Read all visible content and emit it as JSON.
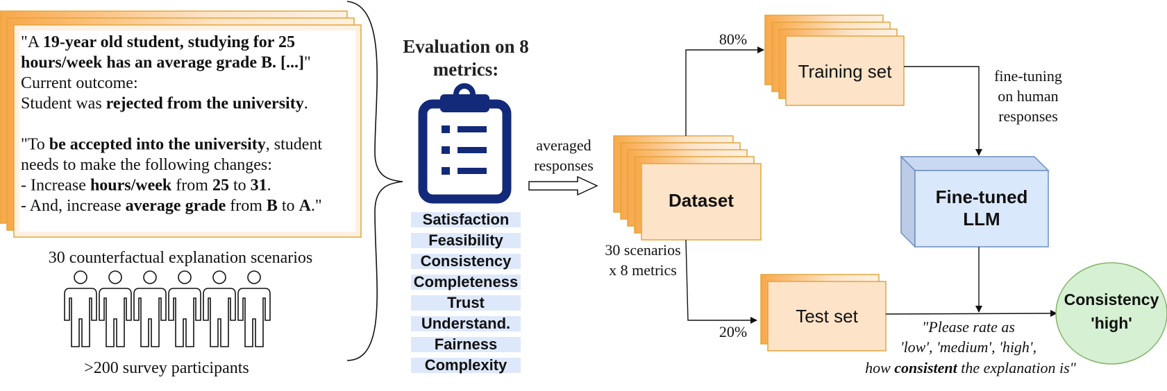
{
  "scenario": {
    "lines": [
      [
        {
          "t": "\"A ",
          "b": false
        },
        {
          "t": "19-year old student, studying for 25",
          "b": true
        }
      ],
      [
        {
          "t": "hours/week has an average grade B. [...]",
          "b": true
        },
        {
          "t": "\"",
          "b": false
        }
      ],
      [
        {
          "t": "Current outcome:",
          "b": false
        }
      ],
      [
        {
          "t": "Student was ",
          "b": false
        },
        {
          "t": "rejected from the university",
          "b": true
        },
        {
          "t": ".",
          "b": false
        }
      ],
      [],
      [
        {
          "t": "\"To ",
          "b": false
        },
        {
          "t": "be accepted into the university",
          "b": true
        },
        {
          "t": ", student",
          "b": false
        }
      ],
      [
        {
          "t": "needs to make the following changes:",
          "b": false
        }
      ],
      [
        {
          "t": "- Increase ",
          "b": false
        },
        {
          "t": "hours/week",
          "b": true
        },
        {
          "t": " from ",
          "b": false
        },
        {
          "t": "25",
          "b": true
        },
        {
          "t": " to ",
          "b": false
        },
        {
          "t": "31",
          "b": true
        },
        {
          "t": ".",
          "b": false
        }
      ],
      [
        {
          "t": "- And, increase ",
          "b": false
        },
        {
          "t": "average grade",
          "b": true
        },
        {
          "t": " from ",
          "b": false
        },
        {
          "t": "B",
          "b": true
        },
        {
          "t": " to ",
          "b": false
        },
        {
          "t": "A",
          "b": true
        },
        {
          "t": ".\"",
          "b": false
        }
      ]
    ],
    "caption": "30 counterfactual explanation scenarios",
    "participants_caption": ">200 survey participants",
    "participant_count": 6
  },
  "evaluation": {
    "title_line1": "Evaluation on 8",
    "title_line2": "metrics:",
    "icon": "clipboard-list-icon",
    "metrics": [
      "Satisfaction",
      "Feasibility",
      "Consistency",
      "Completeness",
      "Trust",
      "Understand.",
      "Fairness",
      "Complexity"
    ]
  },
  "averaged_label_line1": "averaged",
  "averaged_label_line2": "responses",
  "dataset": {
    "label": "Dataset",
    "sub_line1": "30 scenarios",
    "sub_line2": "x 8 metrics"
  },
  "training": {
    "label": "Training set",
    "percent": "80%"
  },
  "test": {
    "label": "Test set",
    "percent": "20%"
  },
  "finetune_label": [
    "fine-tuning",
    "on human",
    "responses"
  ],
  "llm": {
    "line1": "Fine-tuned",
    "line2": "LLM"
  },
  "prompt": {
    "line1": "\"Please rate as",
    "line2": "'low', 'medium', 'high',",
    "line3_pre": "how ",
    "line3_bold": "consistent",
    "line3_post": " the explanation is\""
  },
  "result": {
    "line1": "Consistency",
    "line2": "'high'"
  },
  "colors": {
    "stack_fill": "#fde3c8",
    "stack_stroke": "#e3a53a",
    "stack_grad_dark": "#f9a84a",
    "metric_bg": "#dde8fb",
    "clipboard": "#132a7a",
    "llm_fill": "#dae8fc",
    "llm_stroke": "#6c8ebf",
    "result_fill": "#d5f0d2",
    "result_stroke": "#82b366"
  }
}
